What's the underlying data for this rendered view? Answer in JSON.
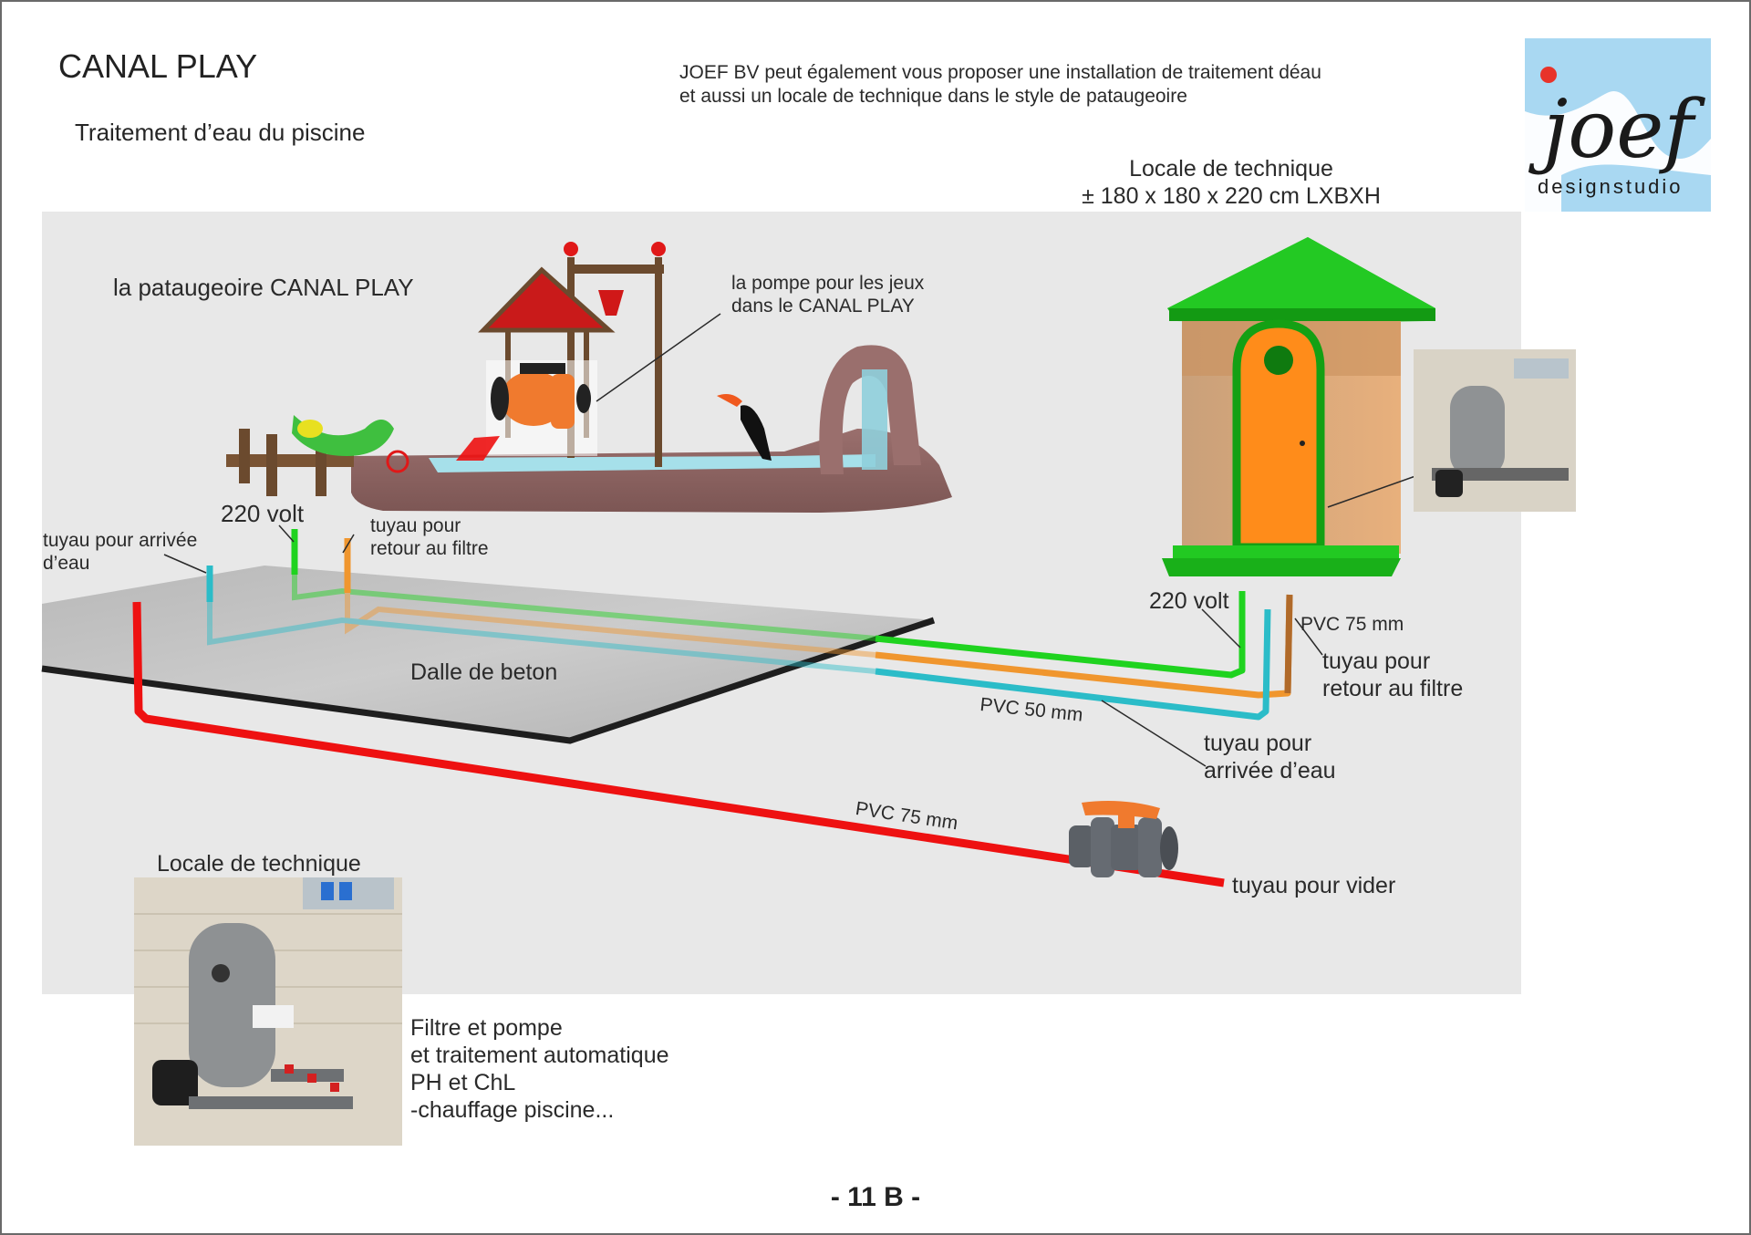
{
  "header": {
    "title": "CANAL PLAY",
    "subtitle": "Traitement d’eau du piscine",
    "intro_line1": "JOEF BV peut également vous proposer une installation de traitement déau",
    "intro_line2": "et aussi un locale de technique dans le style de pataugeoire"
  },
  "logo": {
    "wordmark": "joef",
    "tagline": "designstudio",
    "colors": {
      "sky": "#a9d8f2",
      "dot": "#e8332a",
      "ink": "#1a1a1a"
    }
  },
  "technical_room": {
    "title": "Locale de technique",
    "dimensions": "± 180 x 180 x 220 cm LXBXH"
  },
  "diagram": {
    "pool_label": "la pataugeoire CANAL PLAY",
    "pump_label_line1": "la pompe pour les jeux",
    "pump_label_line2": "dans le CANAL PLAY",
    "slab_label": "Dalle de beton",
    "left_callouts": {
      "water_inlet_line1": "tuyau pour arrivée",
      "water_inlet_line2": "d’eau",
      "power": "220 volt",
      "filter_return_line1": "tuyau pour",
      "filter_return_line2": "retour au filtre"
    },
    "right_callouts": {
      "power": "220 volt",
      "return_pipe_size": "PVC 75 mm",
      "filter_return_line1": "tuyau pour",
      "filter_return_line2": "retour au filtre",
      "inlet_pipe_size": "PVC 50 mm",
      "water_inlet_line1": "tuyau pour",
      "water_inlet_line2": "arrivée d’eau"
    },
    "drain": {
      "pipe_size": "PVC 75 mm",
      "label": "tuyau pour vider"
    },
    "pipe_colors": {
      "power": "#1fd31f",
      "return": "#f0962e",
      "inlet": "#2bbcc8",
      "drain": "#ee1111"
    }
  },
  "equipment": {
    "room_label": "Locale de technique",
    "desc_line1": "Filtre et pompe",
    "desc_line2": "et traitement automatique",
    "desc_line3": "PH et ChL",
    "desc_line4": "-chauffage piscine..."
  },
  "footer": {
    "page_number": "- 11 B -"
  }
}
